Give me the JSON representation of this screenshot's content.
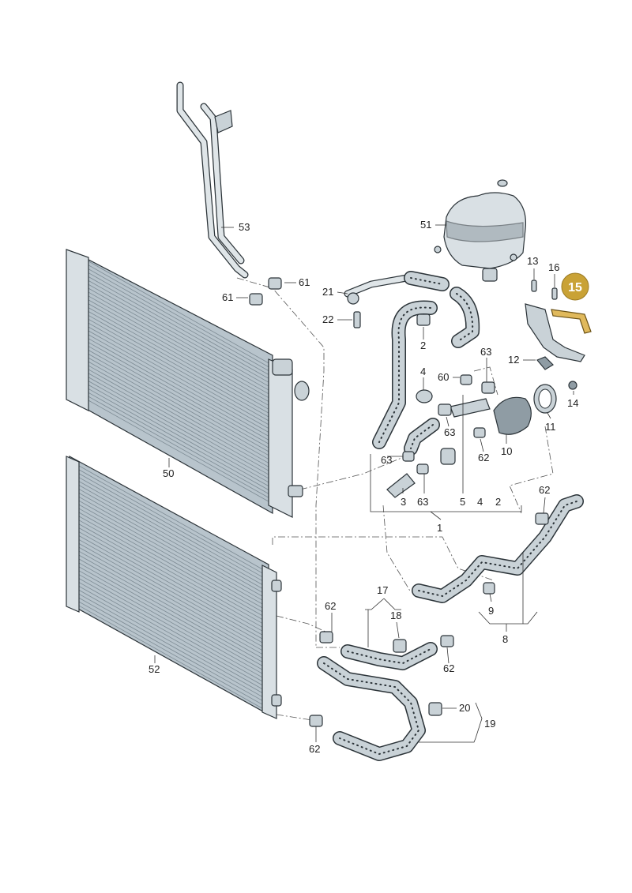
{
  "callout": {
    "label": "15",
    "color": "#c9a236"
  },
  "part_labels": {
    "p1": "1",
    "p2a": "2",
    "p2b": "2",
    "p3": "3",
    "p4a": "4",
    "p4b": "4",
    "p5": "5",
    "p8": "8",
    "p9": "9",
    "p10": "10",
    "p11": "11",
    "p12": "12",
    "p13": "13",
    "p14": "14",
    "p16": "16",
    "p17": "17",
    "p18": "18",
    "p19": "19",
    "p20": "20",
    "p21": "21",
    "p22": "22",
    "p50": "50",
    "p51": "51",
    "p52": "52",
    "p53": "53",
    "p60": "60",
    "p61a": "61",
    "p61b": "61",
    "p62a": "62",
    "p62b": "62",
    "p62c": "62",
    "p62d": "62",
    "p62e": "62",
    "p63a": "63",
    "p63b": "63",
    "p63c": "63",
    "p63d": "63"
  }
}
